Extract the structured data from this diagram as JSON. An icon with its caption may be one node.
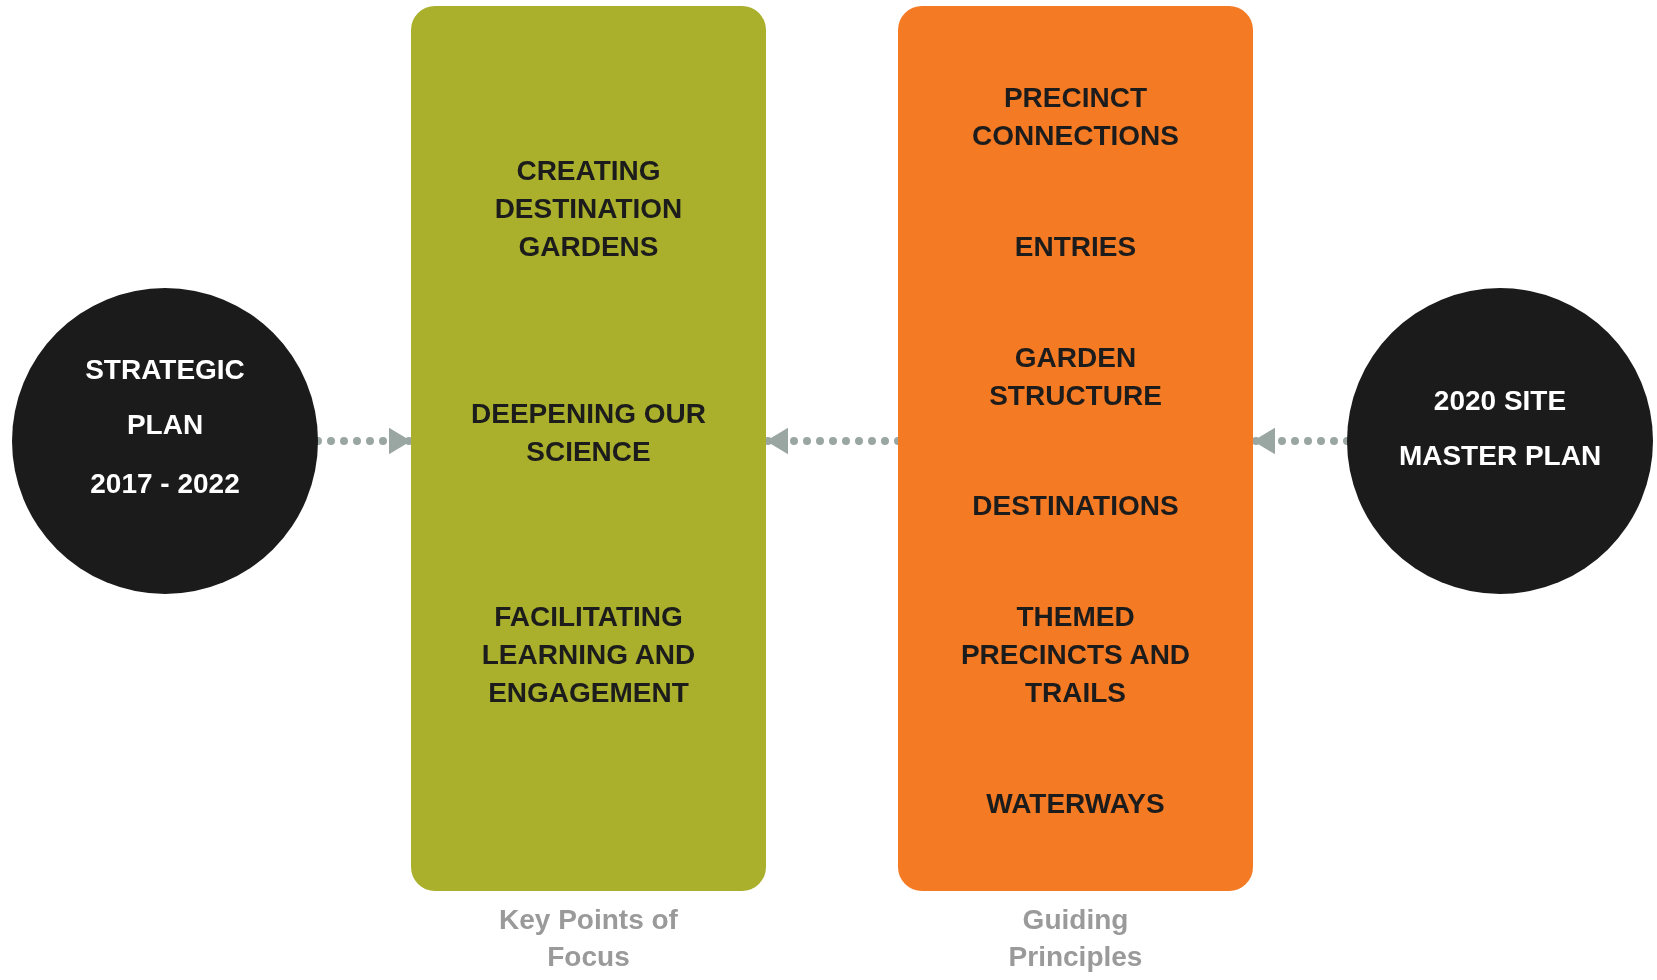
{
  "diagram": {
    "nodes": [
      {
        "text": [
          "STRATEGIC PLAN",
          "2017 - 2022"
        ]
      },
      {
        "text": [
          "CREATING DESTINATION GARDENS",
          "DEEPENING OUR SCIENCE",
          "FACILITATING LEARNING AND ENGAGEMENT"
        ],
        "beside": [
          "Key Points of Focus"
        ]
      },
      {
        "text": [
          "PRECINCT CONNECTIONS",
          "ENTRIES",
          "GARDEN STRUCTURE",
          "DESTINATIONS",
          "THEMED PRECINCTS AND TRAILS",
          "WATERWAYS"
        ],
        "beside": [
          "Guiding Principles"
        ]
      },
      {
        "text": [
          "2020 SITE MASTER PLAN"
        ]
      }
    ],
    "edges": [
      {
        "from": 0,
        "to": 1,
        "arrow": "to",
        "style": "dashed"
      },
      {
        "from": 2,
        "to": 1,
        "arrow": "to",
        "style": "dashed"
      },
      {
        "from": 3,
        "to": 2,
        "arrow": "to",
        "style": "dashed"
      }
    ]
  }
}
